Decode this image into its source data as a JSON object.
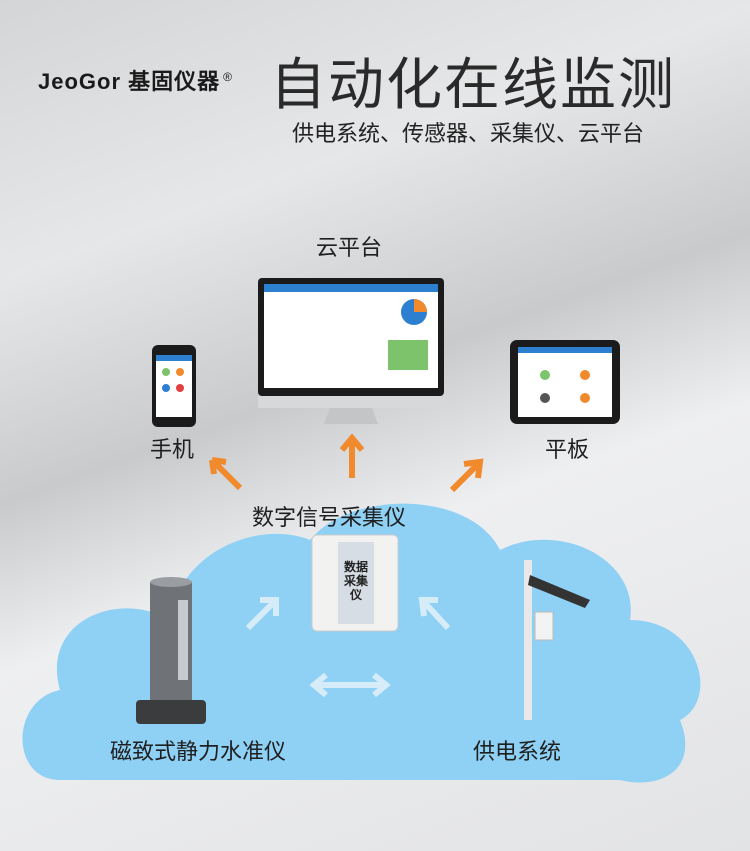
{
  "brand": {
    "name": "JeoGor",
    "cn": "基固仪器",
    "mark": "®"
  },
  "title": "自动化在线监测",
  "subtitle": "供电系统、传感器、采集仪、云平台",
  "nodes": {
    "cloud_platform": "云平台",
    "phone": "手机",
    "tablet": "平板",
    "collector": "数字信号采集仪",
    "level": "磁致式静力水准仪",
    "power": "供电系统"
  },
  "device_label": "数据采集仪",
  "colors": {
    "arrow": "#f08a2c",
    "cloud": "#8fd0f5",
    "accent": "#2d7fd0"
  }
}
